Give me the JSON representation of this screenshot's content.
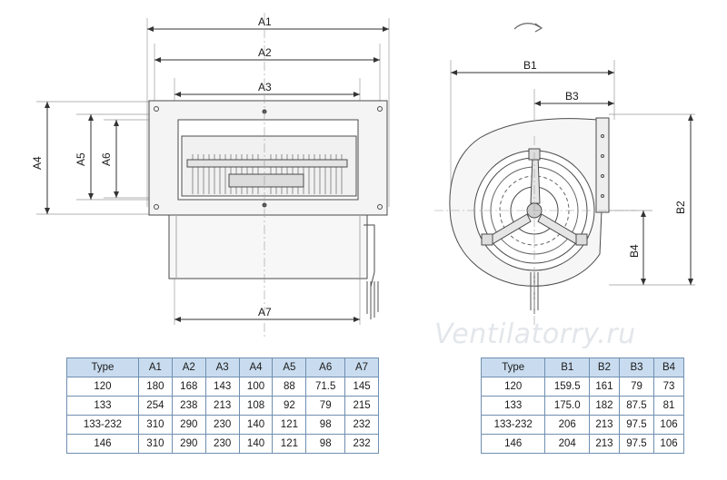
{
  "watermark": "Ventilatorry.ru",
  "labels": {
    "a1": "A1",
    "a2": "A2",
    "a3": "A3",
    "a4": "A4",
    "a5": "A5",
    "a6": "A6",
    "a7": "A7",
    "b1": "B1",
    "b2": "B2",
    "b3": "B3",
    "b4": "B4"
  },
  "rotation_icon": "rotation-direction-arrow-icon",
  "colors": {
    "table_header": "#c9dcef",
    "table_border": "#6f8fb0",
    "drawing": "#4a4a4a"
  },
  "table_a": {
    "headers": [
      "Type",
      "A1",
      "A2",
      "A3",
      "A4",
      "A5",
      "A6",
      "A7"
    ],
    "rows": [
      [
        "120",
        "180",
        "168",
        "143",
        "100",
        "88",
        "71.5",
        "145"
      ],
      [
        "133",
        "254",
        "238",
        "213",
        "108",
        "92",
        "79",
        "215"
      ],
      [
        "133-232",
        "310",
        "290",
        "230",
        "140",
        "121",
        "98",
        "232"
      ],
      [
        "146",
        "310",
        "290",
        "230",
        "140",
        "121",
        "98",
        "232"
      ]
    ]
  },
  "table_b": {
    "headers": [
      "Type",
      "B1",
      "B2",
      "B3",
      "B4"
    ],
    "rows": [
      [
        "120",
        "159.5",
        "161",
        "79",
        "73"
      ],
      [
        "133",
        "175.0",
        "182",
        "87.5",
        "81"
      ],
      [
        "133-232",
        "206",
        "213",
        "97.5",
        "106"
      ],
      [
        "146",
        "204",
        "213",
        "97.5",
        "106"
      ]
    ]
  }
}
